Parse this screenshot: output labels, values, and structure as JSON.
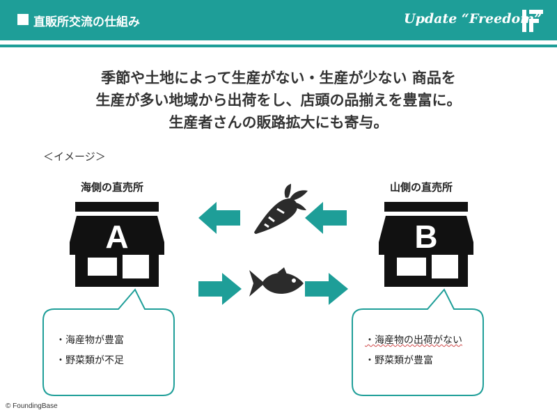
{
  "header": {
    "title": "直販所交流の仕組み",
    "slogan": "Update “Freedom”",
    "logo_icon": "founding-base-logo",
    "color": "#1e9e98"
  },
  "lead": {
    "lines": [
      "季節や土地によって生産がない・生産が少ない 商品を",
      "生産が多い地域から出荷をし、店頭の品揃えを豊富に。",
      "生産者さんの販路拡大にも寄与。"
    ]
  },
  "image_label": "＜イメージ＞",
  "shops": {
    "a": {
      "label": "海側の直売所",
      "letter": "A",
      "bullets": [
        "・海産物が豊富",
        "・野菜類が不足"
      ]
    },
    "b": {
      "label": "山側の直売所",
      "letter": "B",
      "bullets": [
        "・海産物の出荷がない",
        "・野菜類が豊富"
      ]
    }
  },
  "icons": {
    "vegetable": "carrot-icon",
    "seafood": "fish-icon",
    "arrows": "arrow-icon"
  },
  "copyright": "© FoundingBase"
}
